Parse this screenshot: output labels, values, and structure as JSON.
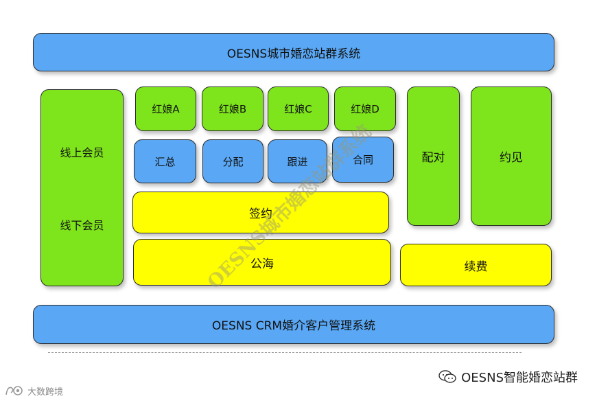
{
  "header": {
    "title": "OESNS城市婚恋站群系统"
  },
  "members": {
    "online": "线上会员",
    "offline": "线下会员"
  },
  "matchmakers": [
    "红娘A",
    "红娘B",
    "红娘C",
    "红娘D"
  ],
  "actions": [
    "汇总",
    "分配",
    "跟进",
    "合同"
  ],
  "sign": "签约",
  "public_pool": "公海",
  "pairing": "配对",
  "meeting": "约见",
  "renewal": "续费",
  "crm": {
    "title": "OESNS CRM婚介客户管理系统"
  },
  "watermark": "OESNS城市婚恋站群系统",
  "footer": {
    "brand": "OESNS智能婚恋站群",
    "left_logo": "大数跨境"
  },
  "colors": {
    "blue": "#5aa8f5",
    "green": "#7ee51c",
    "yellow": "#ffff00"
  },
  "icons": {
    "brand": "wechat-icon",
    "left": "logo-icon"
  }
}
